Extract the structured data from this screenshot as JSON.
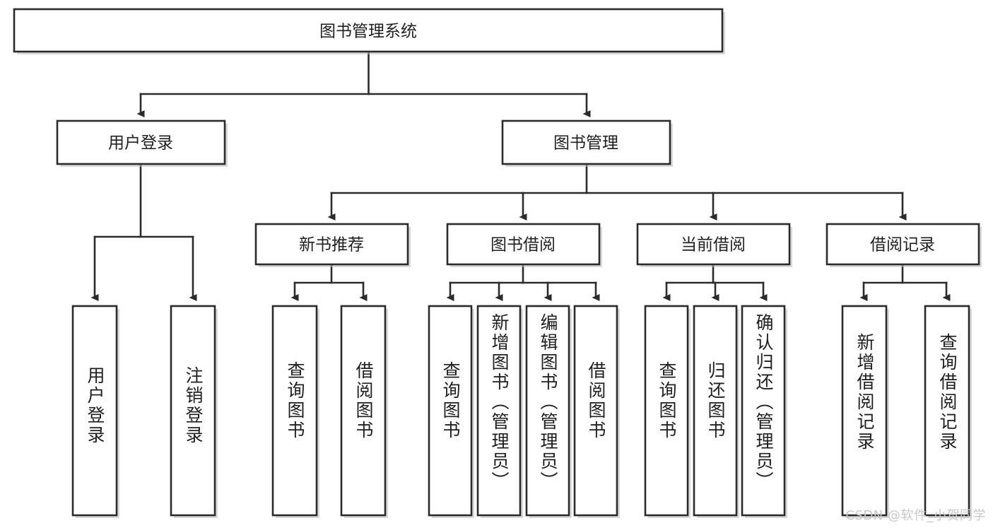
{
  "diagram": {
    "title": "图书管理系统",
    "type": "tree-hierarchy-chart",
    "watermark": "CSDN @软件_小贺同学",
    "colors": {
      "stroke": "#2b2b2b",
      "box_fill": "#ffffff",
      "text": "#1f1f1f",
      "shadow": "#b9b9b9",
      "watermark": "#c8c8c8",
      "background": "#ffffff"
    },
    "root": {
      "label": "图书管理系统"
    },
    "level2": [
      {
        "label": "用户登录"
      },
      {
        "label": "图书管理"
      }
    ],
    "level3": [
      {
        "label": "新书推荐"
      },
      {
        "label": "图书借阅"
      },
      {
        "label": "当前借阅"
      },
      {
        "label": "借阅记录"
      }
    ],
    "leaves": {
      "user_login": [
        {
          "label": "用户登录"
        },
        {
          "label": "注销登录"
        }
      ],
      "new_book_recommend": [
        {
          "label": "查询图书"
        },
        {
          "label": "借阅图书"
        }
      ],
      "book_borrow": [
        {
          "label": "查询图书"
        },
        {
          "label": "新增图书（管理员）"
        },
        {
          "label": "编辑图书（管理员）"
        },
        {
          "label": "借阅图书"
        }
      ],
      "current_borrow": [
        {
          "label": "查询图书"
        },
        {
          "label": "归还图书"
        },
        {
          "label": "确认归还（管理员）"
        }
      ],
      "borrow_records": [
        {
          "label": "新增借阅记录"
        },
        {
          "label": "查询借阅记录"
        }
      ]
    }
  }
}
